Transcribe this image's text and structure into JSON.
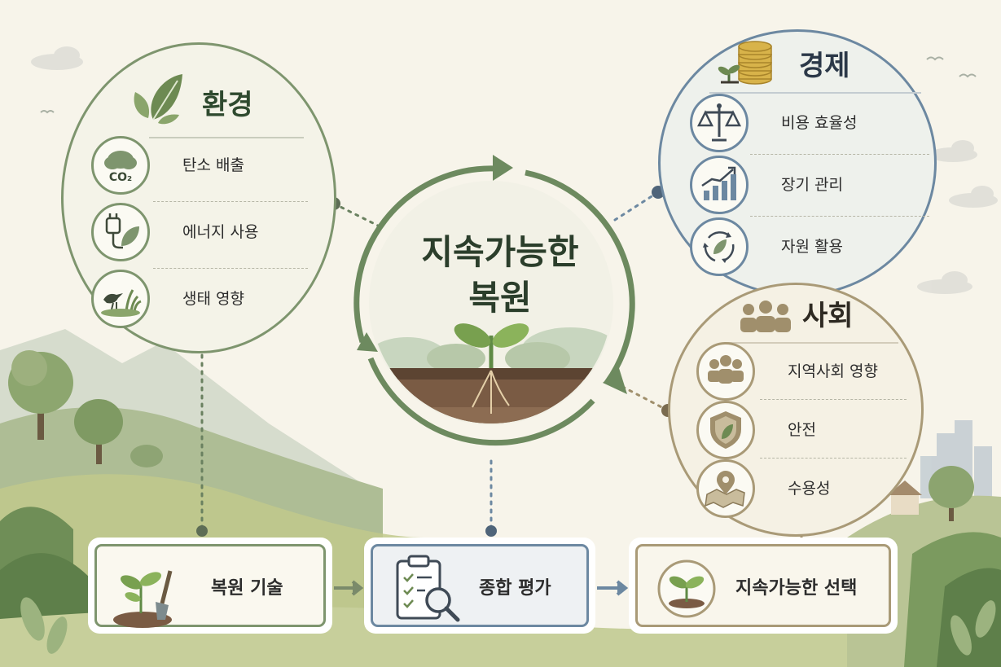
{
  "center": {
    "title_line1": "지속가능한",
    "title_line2": "복원"
  },
  "environment": {
    "title": "환경",
    "title_icon": "leaf-icon",
    "items": [
      {
        "label": "탄소 배출",
        "icon": "co2-cloud-icon",
        "icon_text": "CO₂"
      },
      {
        "label": "에너지 사용",
        "icon": "plug-leaf-icon"
      },
      {
        "label": "생태 영향",
        "icon": "bird-grass-icon"
      }
    ]
  },
  "economy": {
    "title": "경제",
    "title_icon": "coins-sprout-icon",
    "items": [
      {
        "label": "비용 효율성",
        "icon": "balance-scale-icon"
      },
      {
        "label": "장기 관리",
        "icon": "growth-chart-icon"
      },
      {
        "label": "자원 활용",
        "icon": "recycle-leaf-icon"
      }
    ]
  },
  "society": {
    "title": "사회",
    "title_icon": "people-group-icon",
    "items": [
      {
        "label": "지역사회 영향",
        "icon": "community-icon"
      },
      {
        "label": "안전",
        "icon": "shield-leaf-icon"
      },
      {
        "label": "수용성",
        "icon": "map-pin-icon"
      }
    ]
  },
  "flow": [
    {
      "label": "복원 기술",
      "icon": "sprout-shovel-icon"
    },
    {
      "label": "종합 평가",
      "icon": "clipboard-magnifier-icon"
    },
    {
      "label": "지속가능한 선택",
      "icon": "sprout-icon"
    }
  ],
  "colors": {
    "environment": "#7e956e",
    "economy": "#6c88a1",
    "society": "#a99a77",
    "cycle": "#6d8a5f",
    "background": "#f7f4ea"
  }
}
